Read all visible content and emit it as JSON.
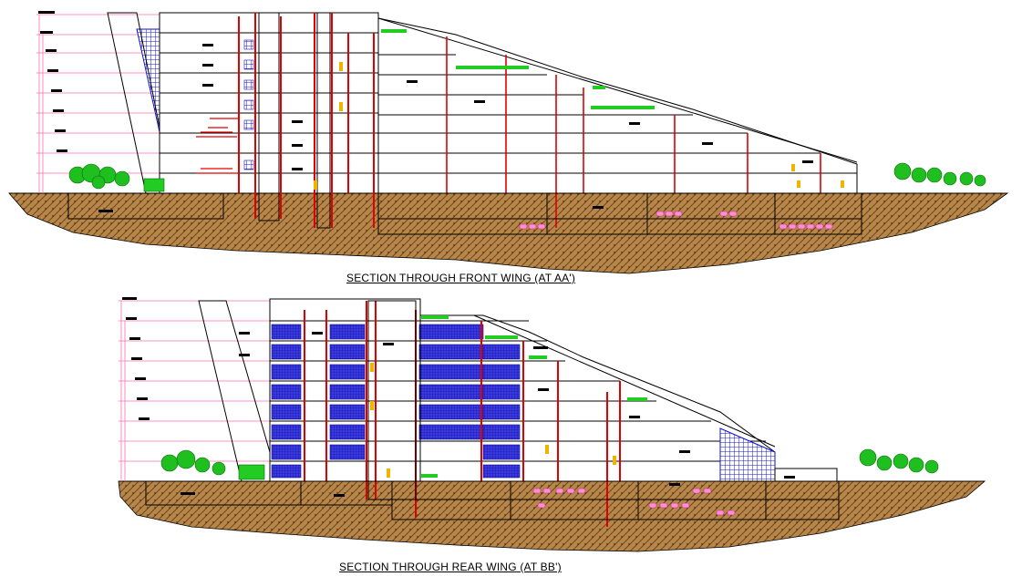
{
  "sections": [
    {
      "id": "front",
      "caption": "SECTION THROUGH FRONT WING  (AT AA')"
    },
    {
      "id": "rear",
      "caption": "SECTION THROUGH REAR WING (AT BB')"
    }
  ],
  "colors": {
    "line": "#000000",
    "structure": "#e00000",
    "level_line": "#ff66aa",
    "glazing": "#1010d0",
    "vegetation": "#22cc22",
    "parking_car": "#ff8fd0",
    "furniture": "#f0b400",
    "earth": "#a0763a"
  }
}
